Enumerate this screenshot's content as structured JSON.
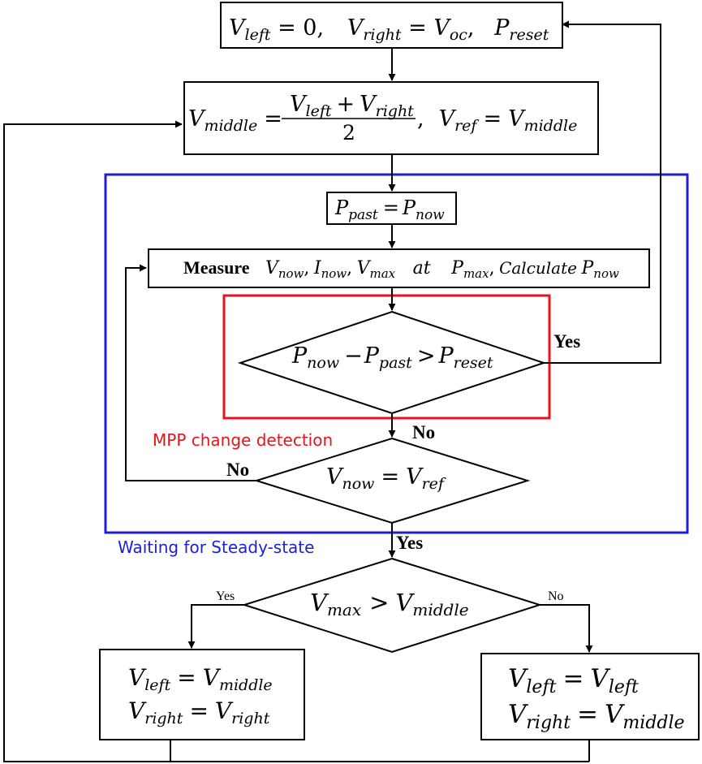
{
  "nodes": {
    "init": {
      "eq1": "V",
      "eq1s": "left",
      "eq1r": " = 0,",
      "eq2": "V",
      "eq2s": "right",
      "eq2r": " = ",
      "eq2v": "V",
      "eq2vs": "oc",
      "eq2c": ",",
      "eq3": "P",
      "eq3s": "reset"
    },
    "middle": {
      "lhs": "V",
      "lhs_sub": "middle",
      "eq": "=",
      "num1": "V",
      "num1_sub": "left",
      "plus": "+",
      "num2": "V",
      "num2_sub": "right",
      "den": "2",
      "comma": ",",
      "ref": "V",
      "ref_sub": "ref",
      "eq2": "=",
      "rhs": "V",
      "rhs_sub": "middle"
    },
    "past": {
      "lhs": "P",
      "lhs_sub": "past",
      "eq": "=",
      "rhs": "P",
      "rhs_sub": "now"
    },
    "measure": {
      "word": "Measure",
      "v": "V",
      "v_sub": "now",
      "c1": ",",
      "i": "I",
      "i_sub": "now",
      "c2": ",",
      "vm": "V",
      "vm_sub": "max",
      "at": "at",
      "pm": "P",
      "pm_sub": "max",
      "c3": ",",
      "calc": "Calculate",
      "pn": "P",
      "pn_sub": "now"
    },
    "change": {
      "a": "P",
      "a_sub": "now",
      "minus": "−",
      "b": "P",
      "b_sub": "past",
      "gt": ">",
      "c": "P",
      "c_sub": "reset"
    },
    "steady": {
      "a": "V",
      "a_sub": "now",
      "eq": "=",
      "b": "V",
      "b_sub": "ref"
    },
    "compare": {
      "a": "V",
      "a_sub": "max",
      "gt": ">",
      "b": "V",
      "b_sub": "middle"
    },
    "left_box": {
      "l1a": "V",
      "l1a_sub": "left",
      "l1eq": "=",
      "l1b": "V",
      "l1b_sub": "middle",
      "l2a": "V",
      "l2a_sub": "right",
      "l2eq": "=",
      "l2b": "V",
      "l2b_sub": "right"
    },
    "right_box": {
      "l1a": "V",
      "l1a_sub": "left",
      "l1eq": "=",
      "l1b": "V",
      "l1b_sub": "left",
      "l2a": "V",
      "l2a_sub": "right",
      "l2eq": "=",
      "l2b": "V",
      "l2b_sub": "middle"
    }
  },
  "labels": {
    "yes_reset": "Yes",
    "no_change": "No",
    "no_steady": "No",
    "yes_steady": "Yes",
    "yes_compare": "Yes",
    "no_compare": "No"
  },
  "regions": {
    "mpp": {
      "label": "MPP change detection",
      "color": "#e8141c"
    },
    "steady": {
      "label": "Waiting for Steady-state",
      "color": "#1f1fd0"
    }
  }
}
